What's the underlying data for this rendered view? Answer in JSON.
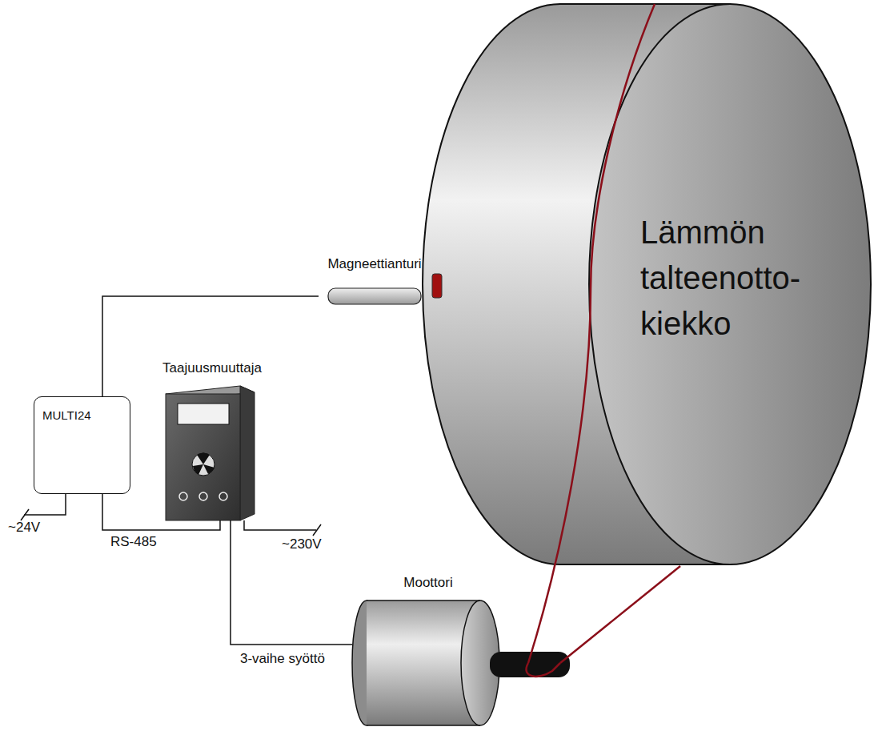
{
  "diagram": {
    "nodes": [
      {
        "text": [
          "Lämmön talteenotto- kiekko"
        ]
      },
      {
        "text": [
          "Magneettianturi"
        ]
      },
      {
        "text": [
          "MULTI24"
        ]
      },
      {
        "text": [
          "Taajuusmuuttaja"
        ]
      },
      {
        "text": [
          "Moottori"
        ]
      }
    ],
    "edges": [
      {
        "from": 1,
        "to": 2,
        "arrow": "none"
      },
      {
        "from": 2,
        "to": 3,
        "label": "RS-485",
        "arrow": "none"
      },
      {
        "from": 3,
        "to": 4,
        "label": "3-vaihe syöttö",
        "arrow": "none"
      }
    ],
    "labels": [
      "~24V",
      "~230V"
    ]
  }
}
